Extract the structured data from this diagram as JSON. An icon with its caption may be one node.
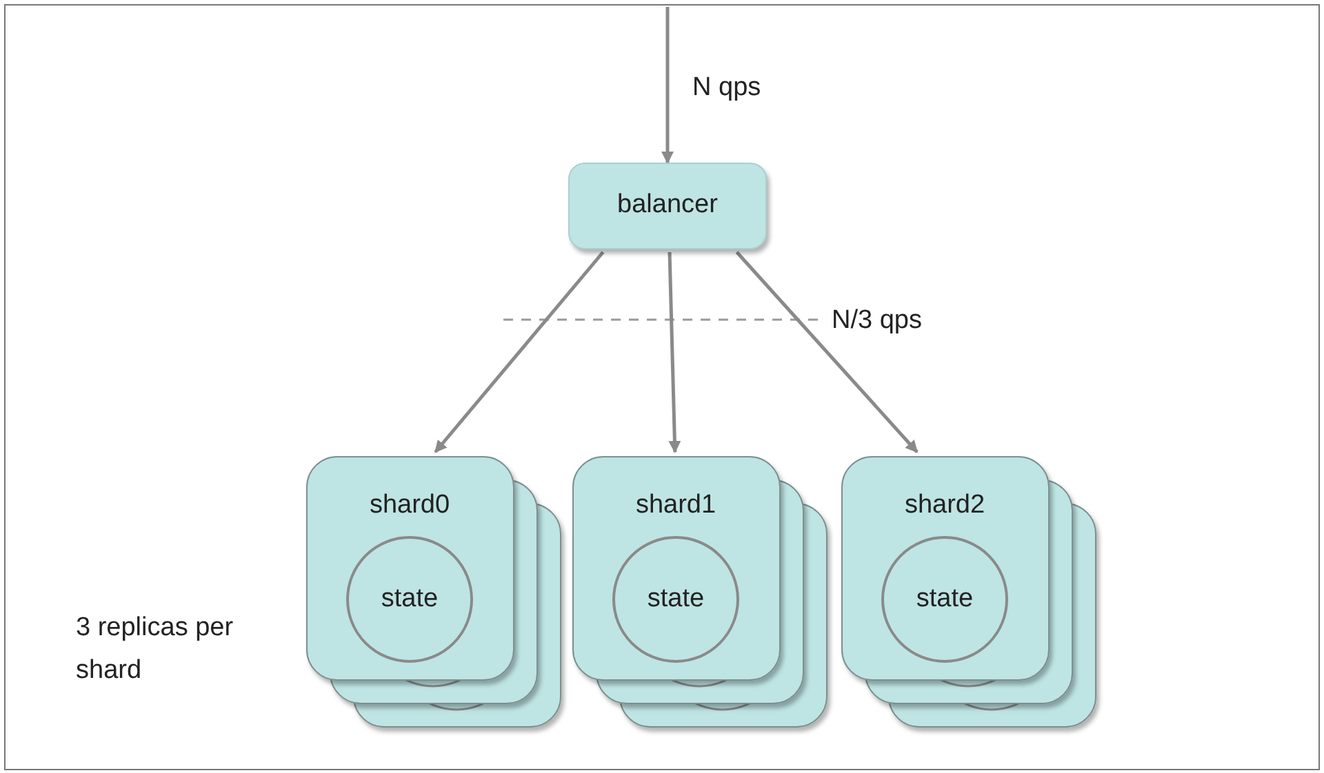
{
  "diagram": {
    "nodes": [
      {
        "text": [
          "balancer"
        ]
      },
      {
        "text": [
          "shard0"
        ]
      },
      {
        "text": [
          "state"
        ],
        "in": 1
      },
      {
        "text": [
          "shard1"
        ]
      },
      {
        "text": [
          "state"
        ],
        "in": 3
      },
      {
        "text": [
          "shard2"
        ]
      },
      {
        "text": [
          "state"
        ],
        "in": 5
      }
    ],
    "edges": [
      {
        "from": null,
        "to": 0,
        "arrow": "to",
        "label": "N qps"
      },
      {
        "from": 0,
        "to": 1,
        "arrow": "to"
      },
      {
        "from": 0,
        "to": 3,
        "arrow": "to"
      },
      {
        "from": 0,
        "to": 5,
        "arrow": "to"
      }
    ],
    "labels": [
      "N/3 qps",
      "3 replicas per shard"
    ]
  }
}
